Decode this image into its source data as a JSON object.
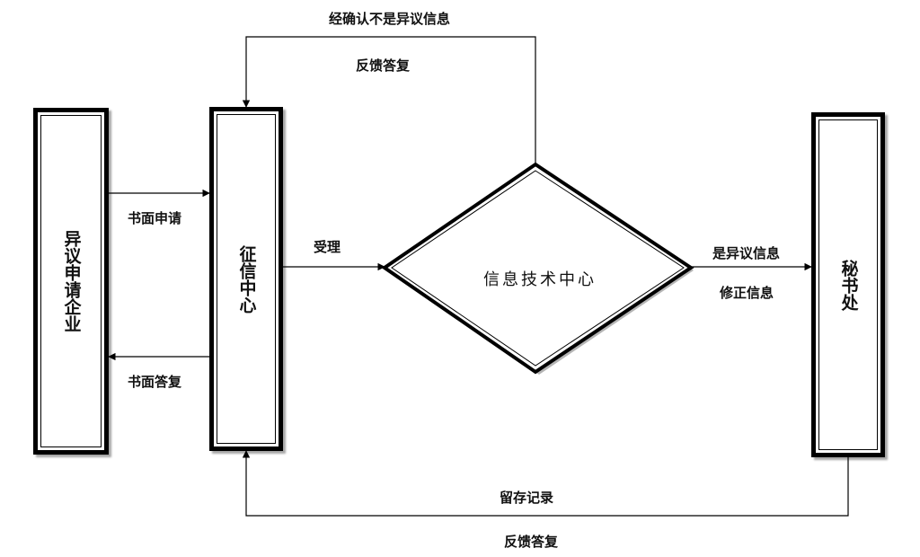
{
  "nodes": {
    "applicant": "异议申请企业",
    "credit_center": "征信中心",
    "it_center": "信息技术中心",
    "secretariat": "秘书处"
  },
  "labels": {
    "written_request": "书面申请",
    "written_reply": "书面答复",
    "accept": "受理",
    "confirmed_not_dispute": "经确认不是异议信息",
    "feedback_top": "反馈答复",
    "is_dispute": "是异议信息",
    "correct_info": "修正信息",
    "keep_record": "留存记录",
    "feedback_bottom": "反馈答复"
  }
}
